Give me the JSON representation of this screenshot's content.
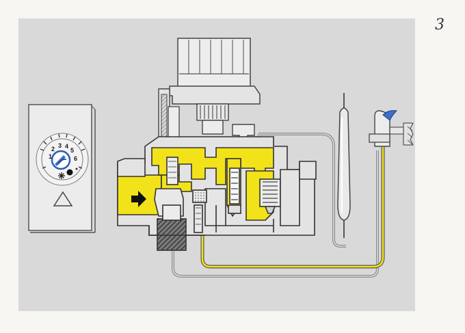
{
  "figure": {
    "number": "3",
    "dial_scale": [
      "1",
      "2",
      "3",
      "4",
      "5",
      "6"
    ],
    "flow_direction": "right",
    "colors": {
      "panel": "#d9d9d9",
      "gas_yellow": "#f2e21a",
      "outline": "#333333",
      "capillary_gray": "#8c8c8c",
      "knob_blue": "#3d6fc9",
      "thermostat_hatch": "#4a4a4a"
    }
  }
}
